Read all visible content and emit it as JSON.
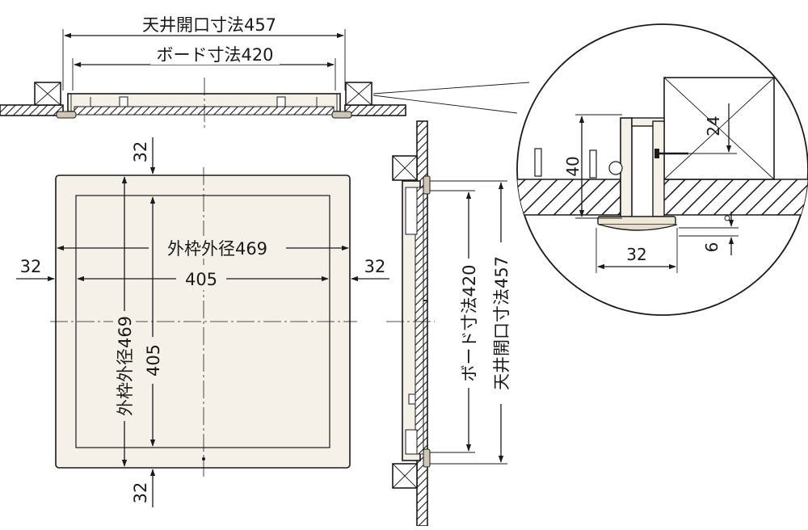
{
  "labels": {
    "ceiling_opening": "天井開口寸法457",
    "board_size": "ボード寸法420",
    "outer_frame": "外枠外径469",
    "inner": "405",
    "margin_32": "32",
    "detail_40": "40",
    "detail_24": "24",
    "detail_6": "6",
    "detail_32": "32"
  },
  "colors": {
    "line": "#1a1a1a",
    "panel_fill": "#f6f1e8",
    "frame_fill": "#efe7d6",
    "hatch": "#1a1a1a"
  }
}
